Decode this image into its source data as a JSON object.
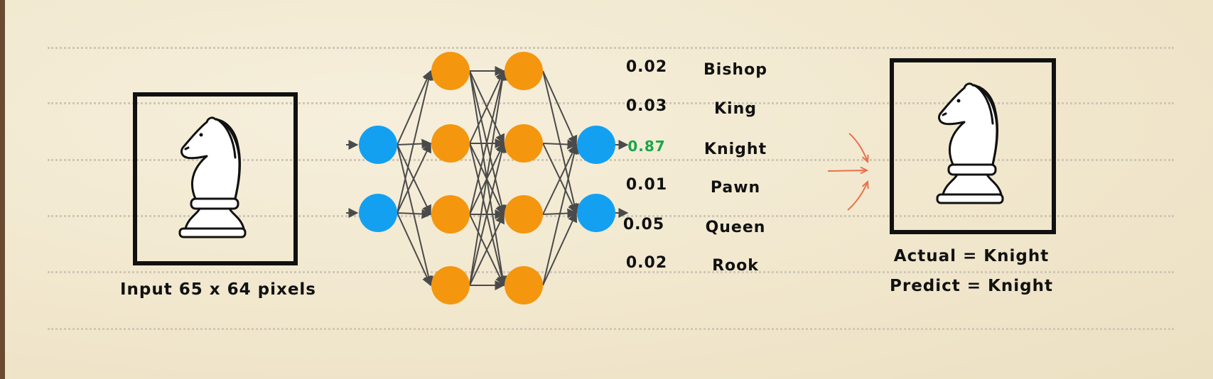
{
  "input": {
    "caption": "Input 65 x 64 pixels",
    "icon": "knight-icon"
  },
  "network": {
    "layers": [
      2,
      4,
      4,
      2
    ],
    "colors": {
      "input": "#14a0f0",
      "hidden": "#f5960f",
      "output": "#14a0f0",
      "edge": "#4a4a4a"
    }
  },
  "probabilities": [
    {
      "value": "0.02",
      "label": "Bishop"
    },
    {
      "value": "0.03",
      "label": "King"
    },
    {
      "value": "0.87",
      "label": "Knight",
      "highlight": true
    },
    {
      "value": "0.01",
      "label": "Pawn"
    },
    {
      "value": "0.05",
      "label": "Queen"
    },
    {
      "value": "0.02",
      "label": "Rook"
    }
  ],
  "highlight_color": "#1aa64a",
  "arrow_color": "#e8714a",
  "result": {
    "actual": "Actual = Knight",
    "predict": "Predict = Knight",
    "icon": "knight-icon"
  }
}
